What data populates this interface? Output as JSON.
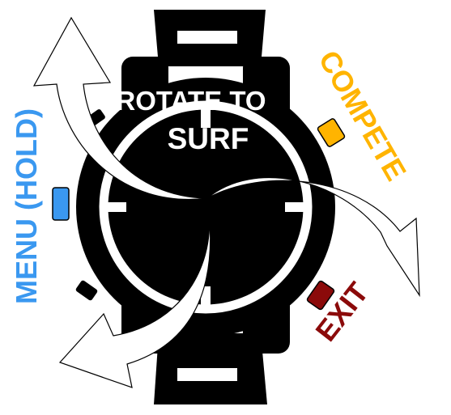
{
  "center_text": {
    "line1": "ROTATE TO",
    "line2": "SURF"
  },
  "buttons": {
    "menu": {
      "label": "MENU (HOLD)",
      "color": "#3a98f0"
    },
    "compete": {
      "label": "COMPETE",
      "color": "#ffb400"
    },
    "exit": {
      "label": "EXIT",
      "color": "#8b0a0a"
    }
  },
  "icons": {
    "watch": "watch-icon",
    "arrows": "rotate-arrow-icon"
  },
  "colors": {
    "watch_body": "#000000",
    "bezel_ring": "#ffffff",
    "arrow_fill": "#ffffff",
    "arrow_stroke": "#000000"
  }
}
